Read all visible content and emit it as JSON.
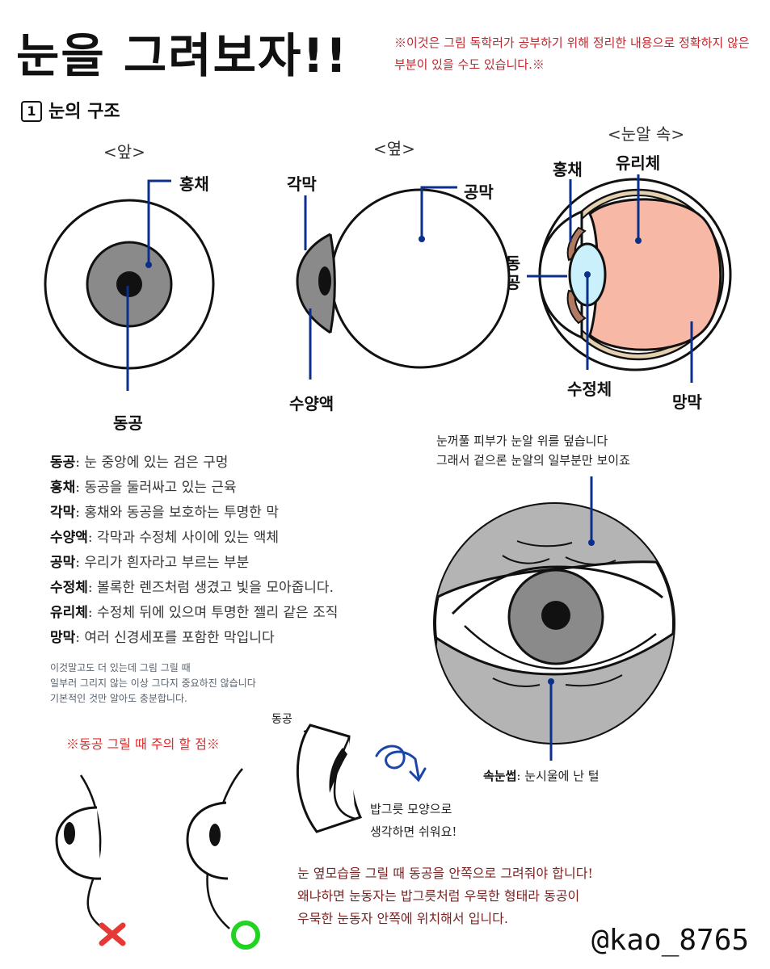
{
  "title": "눈을 그려보자!!",
  "disclaimer": "※이것은 그림 독학러가 공부하기 위해 정리한 내용으로 정확하지 않은 부분이 있을 수도 있습니다.※",
  "section": {
    "number": "1",
    "label": "눈의 구조"
  },
  "views": {
    "front": "<앞>",
    "side": "<옆>",
    "inside": "<눈알 속>"
  },
  "labels": {
    "front_iris": "홍채",
    "front_pupil": "동공",
    "side_cornea": "각막",
    "side_sclera": "공막",
    "side_aqueous": "수양액",
    "in_iris": "홍채",
    "in_vitreous": "유리체",
    "in_pupil_1": "동",
    "in_pupil_2": "공",
    "in_lens": "수정체",
    "in_retina": "망막"
  },
  "definitions": [
    {
      "term": "동공",
      "desc": ": 눈 중앙에 있는 검은 구멍"
    },
    {
      "term": "홍채",
      "desc": ": 동공을 둘러싸고 있는 근육"
    },
    {
      "term": "각막",
      "desc": ": 홍채와 동공을 보호하는 투명한 막"
    },
    {
      "term": "수양액",
      "desc": ": 각막과 수정체 사이에 있는 액체"
    },
    {
      "term": "공막",
      "desc": ": 우리가 흰자라고 부르는 부분"
    },
    {
      "term": "수정체",
      "desc": ": 볼록한 렌즈처럼 생겼고 빛을 모아줍니다."
    },
    {
      "term": "유리체",
      "desc": ": 수정체 뒤에 있으며 투명한 젤리 같은 조직"
    },
    {
      "term": "망막",
      "desc": ": 여러 신경세포를 포함한 막입니다"
    }
  ],
  "small_note": [
    "이것말고도 더 있는데 그림 그릴 때",
    "일부러 그리지 않는 이상 그다지 중요하진 않습니다",
    "기본적인 것만 알아도 충분합니다."
  ],
  "eyelid_caption": [
    "눈꺼풀 피부가 눈알 위를 덮습니다",
    "그래서 겉으론 눈알의 일부분만 보이죠"
  ],
  "lash_caption": {
    "term": "속눈썹",
    "desc": ": 눈시울에 난 털"
  },
  "caution_title": "※동공 그릴 때 주의 할 점※",
  "pupil_small_label": "동공",
  "bowl_note": [
    "밥그릇 모양으로",
    "생각하면 쉬워요!"
  ],
  "bottom_note": [
    "눈 옆모습을 그릴 때 동공을 안쪽으로 그려줘야 합니다!",
    "왜냐하면 눈동자는 밥그릇처럼 우묵한 형태라 동공이",
    "우묵한 눈동자 안쪽에 위치해서 입니다."
  ],
  "handle": "@kao_8765",
  "colors": {
    "leader": "#0b2f8a",
    "red": "#e53935",
    "green": "#22d322",
    "iris": "#8a8a8a",
    "lid": "#b4b4b4",
    "vitreous": "#f7b9a6",
    "lens": "#c9f0fb",
    "sclera_band": "#e5d0b0"
  }
}
